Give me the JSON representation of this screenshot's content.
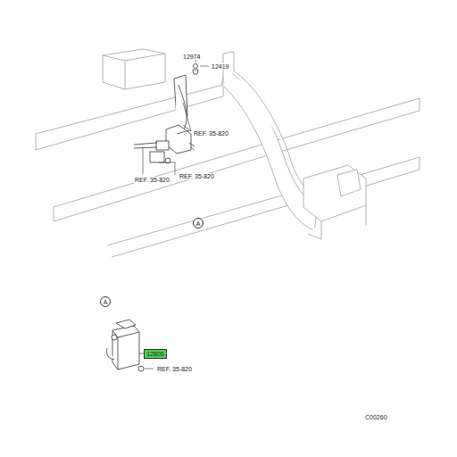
{
  "diagram": {
    "nodes": [
      {
        "text": [
          "A"
        ]
      },
      {
        "text": [
          "A"
        ]
      },
      {
        "text": [
          "12800"
        ]
      }
    ],
    "labels": [
      "12974",
      "12419",
      "REF. 35-820",
      "REF. 35-820",
      "REF. 35-820",
      "REF. 35-820",
      "C00260"
    ]
  }
}
